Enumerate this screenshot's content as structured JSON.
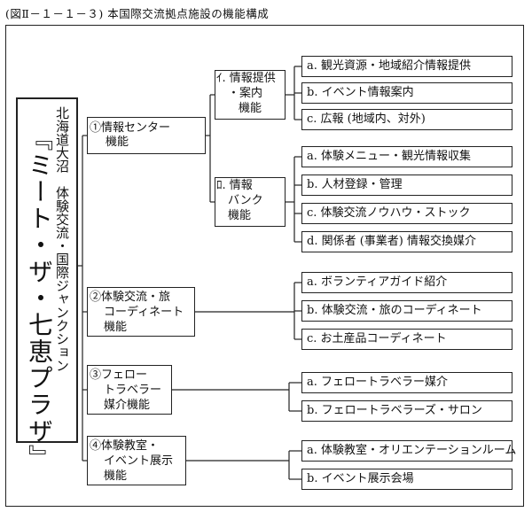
{
  "title": "(図Ⅱ－１－１－３) 本国際交流拠点施設の機能構成",
  "root": {
    "subtitle": "北海道大沼　体験交流・国際ジャンクション",
    "name": "『ミート・ザ・七恵プラザ』"
  },
  "functions": [
    {
      "label_lines": [
        "①情報センター",
        "機能"
      ],
      "subgroups": [
        {
          "label_lines": [
            "ｲ. 情報提供",
            "・案内",
            "機能"
          ],
          "items": [
            "a. 観光資源・地域紹介情報提供",
            "b. イベント情報案内",
            "c. 広報 (地域内、対外)"
          ]
        },
        {
          "label_lines": [
            "ﾛ. 情報",
            "バンク",
            "機能"
          ],
          "items": [
            "a. 体験メニュー・観光情報収集",
            "b. 人材登録・管理",
            "c. 体験交流ノウハウ・ストック",
            "d. 関係者 (事業者) 情報交換媒介"
          ]
        }
      ]
    },
    {
      "label_lines": [
        "②体験交流・旅",
        "コーディネート",
        "機能"
      ],
      "items": [
        "a. ボランティアガイド紹介",
        "b. 体験交流・旅のコーディネート",
        "c. お土産品コーディネート"
      ]
    },
    {
      "label_lines": [
        "③フェロー",
        "トラベラー",
        "媒介機能"
      ],
      "items": [
        "a. フェロートラベラー媒介",
        "b. フェロートラベラーズ・サロン"
      ]
    },
    {
      "label_lines": [
        "④体験教室・",
        "イベント展示",
        "機能"
      ],
      "items": [
        "a. 体験教室・オリエンテーションルーム",
        "b. イベント展示会場"
      ]
    }
  ]
}
